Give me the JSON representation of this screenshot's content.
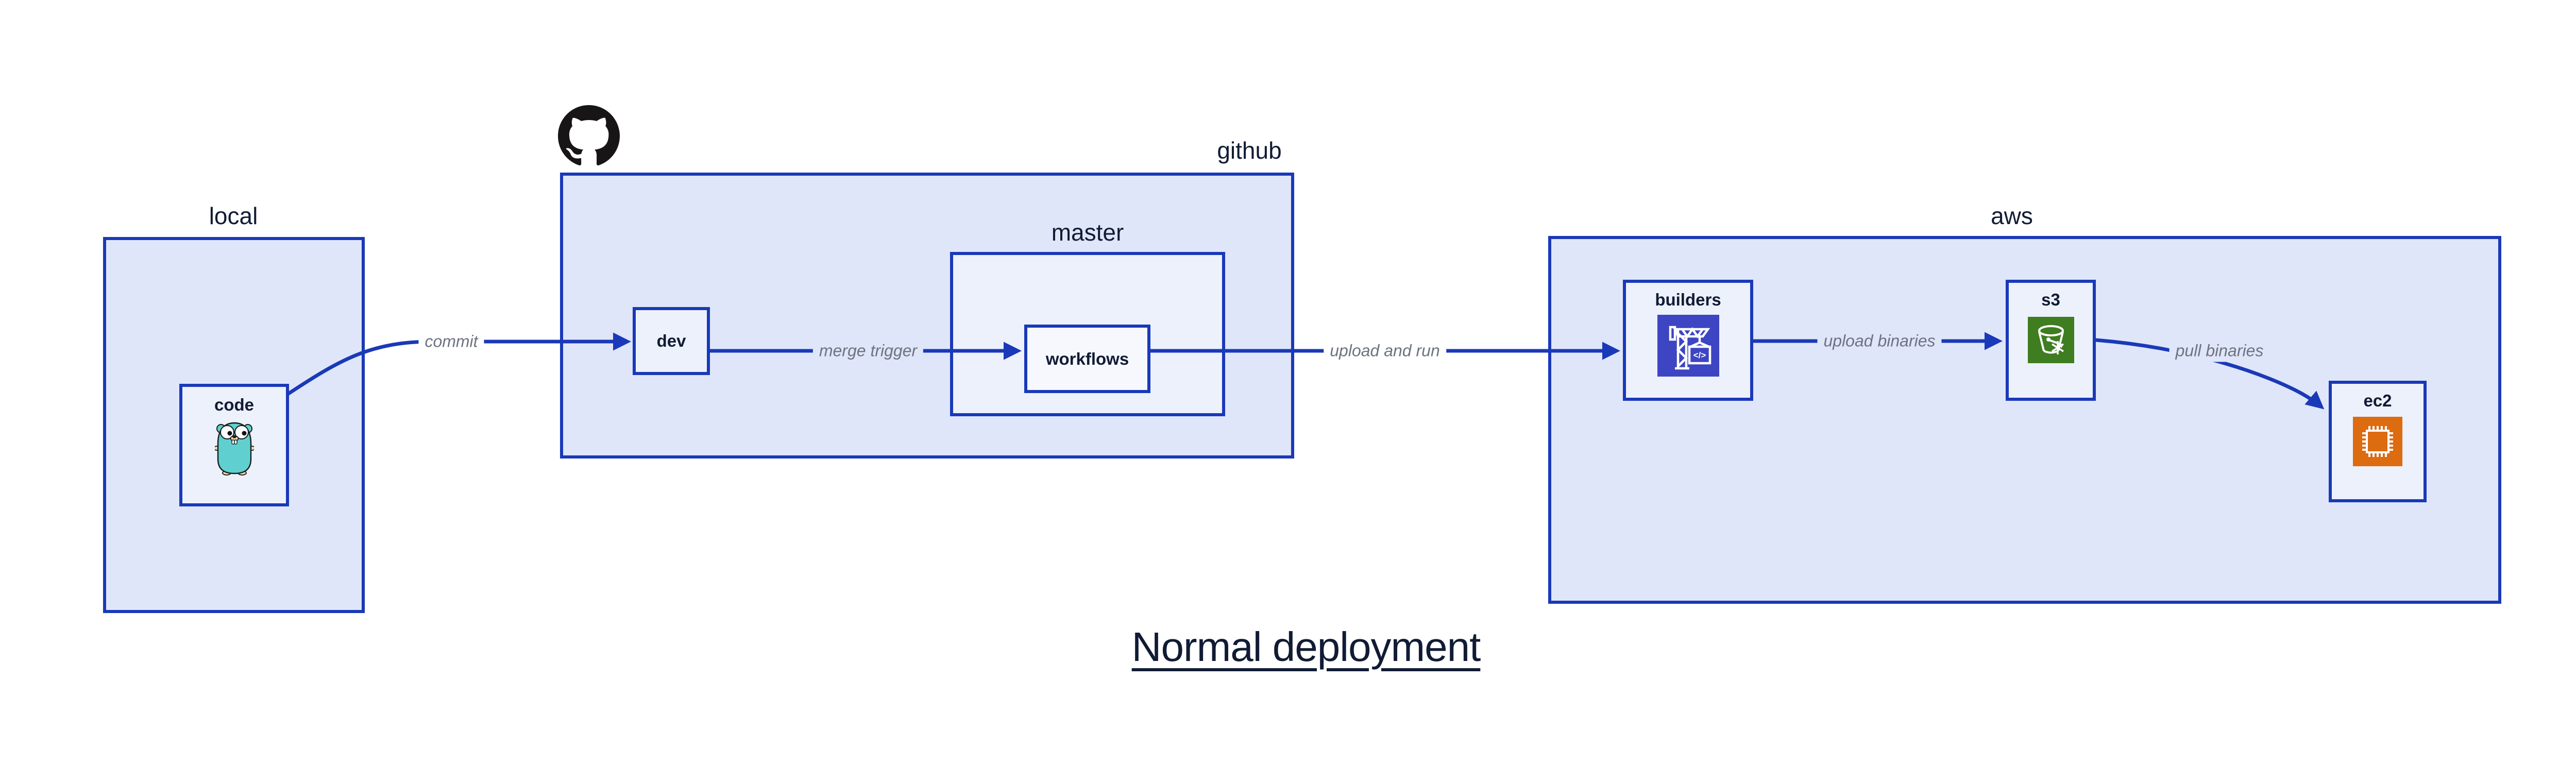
{
  "title": {
    "text": "Normal deployment"
  },
  "groups": {
    "local": {
      "label": "local"
    },
    "github": {
      "label": "github"
    },
    "master": {
      "label": "master"
    },
    "aws": {
      "label": "aws"
    }
  },
  "nodes": {
    "code": {
      "label": "code",
      "icon": "go-gopher-icon"
    },
    "dev": {
      "label": "dev"
    },
    "workflows": {
      "label": "workflows"
    },
    "builders": {
      "label": "builders",
      "icon": "codebuild-crane-icon",
      "icon_glyph": "</>"
    },
    "s3": {
      "label": "s3",
      "icon": "s3-glacier-bucket-icon"
    },
    "ec2": {
      "label": "ec2",
      "icon": "ec2-chip-icon"
    }
  },
  "edges": {
    "commit": {
      "label": "commit",
      "from": "code",
      "to": "dev"
    },
    "merge_trigger": {
      "label": "merge trigger",
      "from": "dev",
      "to": "workflows"
    },
    "upload_and_run": {
      "label": "upload and run",
      "from": "workflows",
      "to": "builders"
    },
    "upload_binaries": {
      "label": "upload binaries",
      "from": "builders",
      "to": "s3"
    },
    "pull_binaries": {
      "label": "pull binaries",
      "from": "s3",
      "to": "ec2"
    }
  },
  "icons": {
    "github_logo": "github-octocat-icon"
  },
  "colors": {
    "group_fill": "#dfe6f9",
    "node_fill": "#edf1fb",
    "inner_node_fill": "#f6f8fe",
    "stroke_blue": "#1a39b8",
    "text_navy": "#111b35",
    "edge_label_gray": "#6d7380",
    "codebuild_purple": "#3d45c3",
    "s3_green": "#3e7d20",
    "ec2_orange": "#dd6b10",
    "gopher_teal": "#5fd0cf",
    "octocat_black": "#171515"
  }
}
